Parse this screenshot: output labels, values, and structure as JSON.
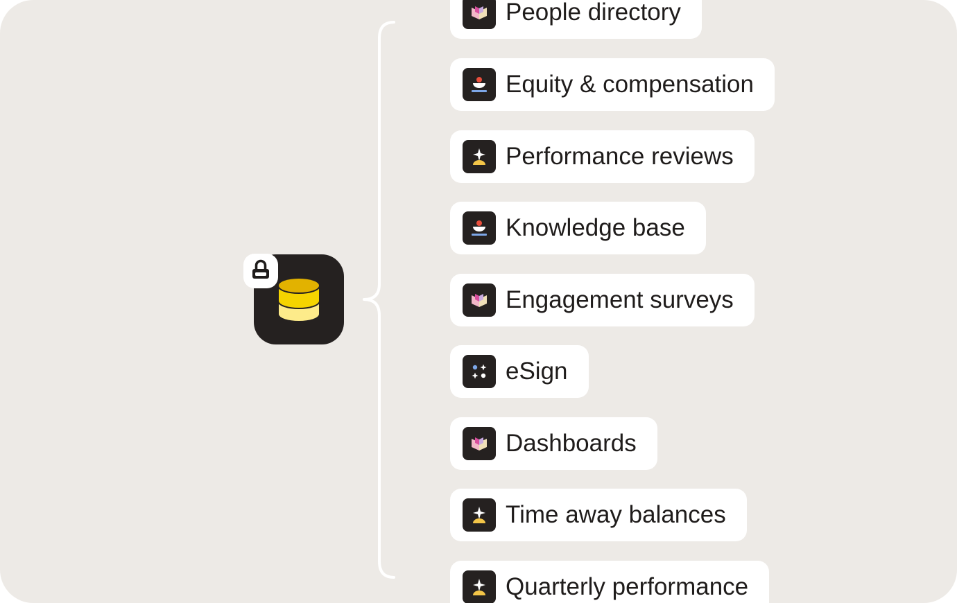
{
  "hub": {
    "icon": "database-icon",
    "badge_icon": "lock-icon",
    "colors": {
      "tile": "#252120",
      "disk_top": "#e2b200",
      "disk_mid": "#f5d400",
      "disk_bottom": "#fdeb8a"
    }
  },
  "apps": [
    {
      "label": "People directory",
      "icon": "heart-book-icon"
    },
    {
      "label": "Equity & compensation",
      "icon": "person-bowl-icon"
    },
    {
      "label": "Performance reviews",
      "icon": "sparkle-person-icon"
    },
    {
      "label": "Knowledge base",
      "icon": "person-bowl-icon"
    },
    {
      "label": "Engagement surveys",
      "icon": "heart-book-icon"
    },
    {
      "label": "eSign",
      "icon": "dots-grid-icon"
    },
    {
      "label": "Dashboards",
      "icon": "heart-book-icon"
    },
    {
      "label": "Time away balances",
      "icon": "sparkle-person-icon"
    },
    {
      "label": "Quarterly performance",
      "icon": "sparkle-person-icon"
    }
  ]
}
